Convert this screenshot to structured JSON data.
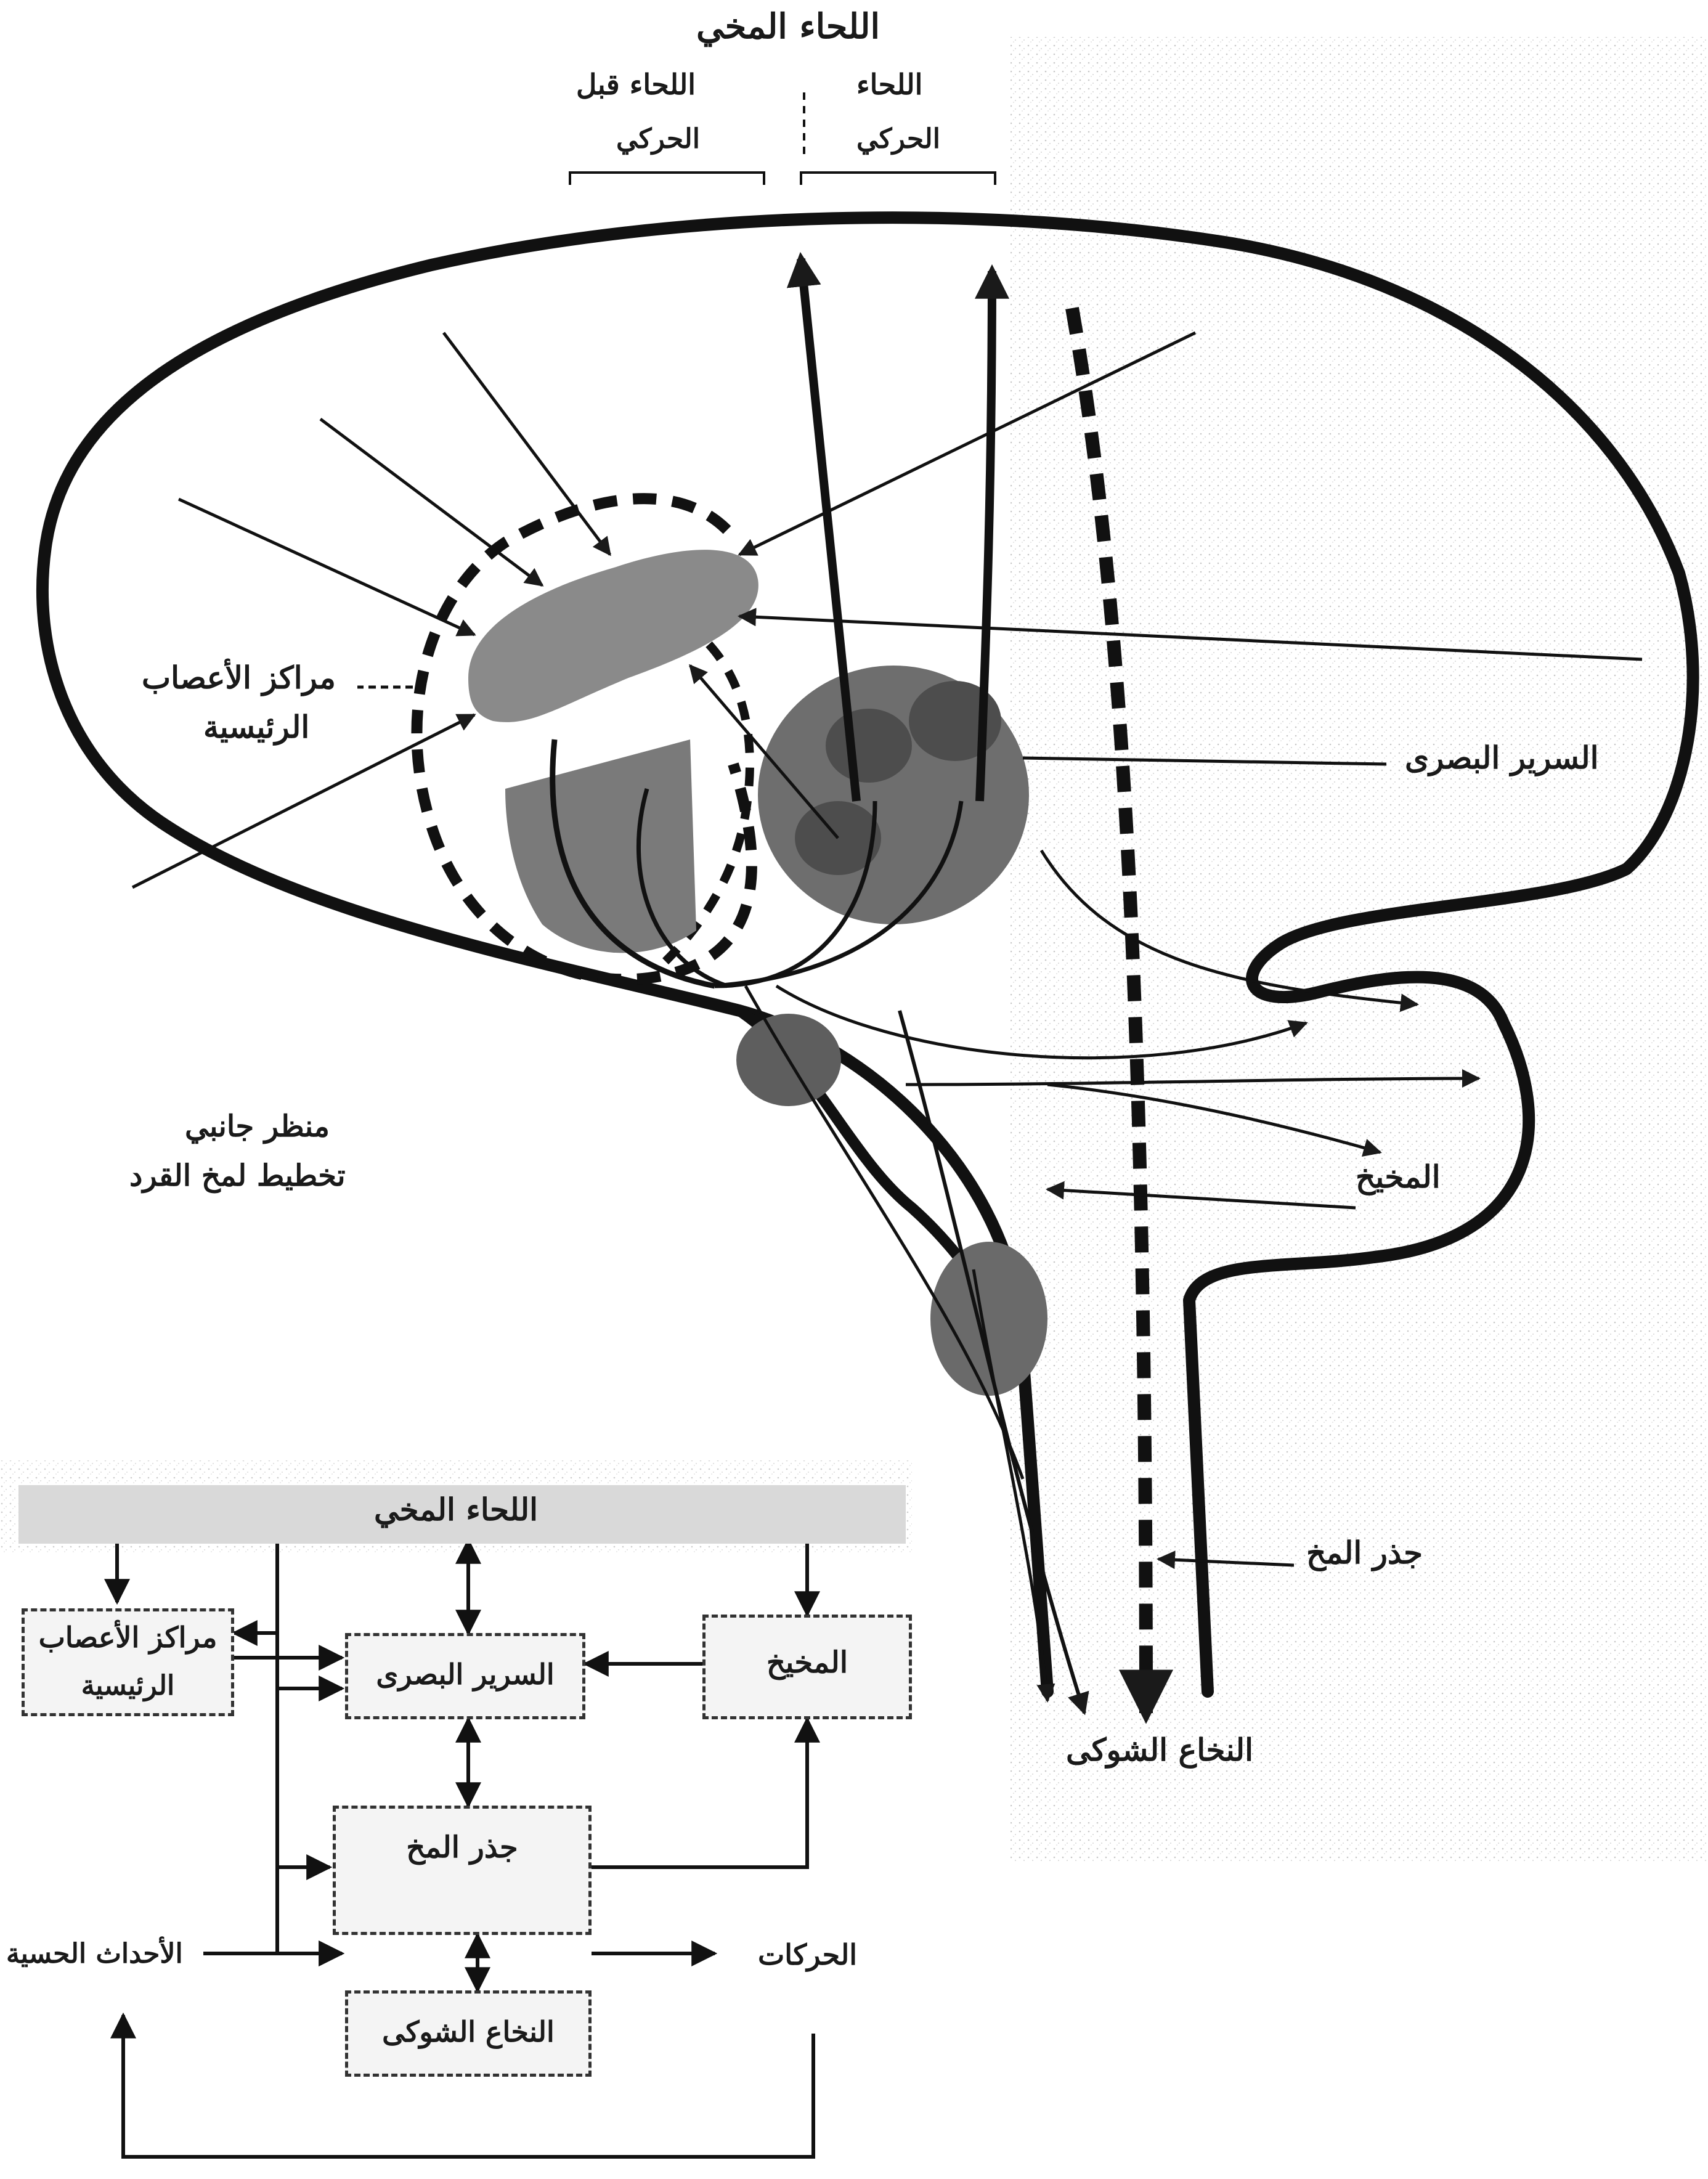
{
  "top": {
    "title": "اللحاء المخي",
    "premotor_line1": "اللحاء قبل",
    "premotor_line2": "الحركي",
    "motor_line1": "اللحاء",
    "motor_line2": "الحركي"
  },
  "brain_labels": {
    "basal_ganglia_line1": "مراكز الأعصاب",
    "basal_ganglia_line2": "الرئيسية",
    "thalamus": "السرير البصرى",
    "cerebellum": "المخيخ",
    "brainstem": "جذر المخ",
    "spinal_cord": "النخاع الشوكى",
    "caption_line1": "منظر جانبي",
    "caption_line2": "تخطيط لمخ القرد"
  },
  "flowchart": {
    "cortex": "اللحاء المخي",
    "basal_ganglia_line1": "مراكز الأعصاب",
    "basal_ganglia_line2": "الرئيسية",
    "thalamus": "السرير البصرى",
    "cerebellum": "المخيخ",
    "brainstem": "جذر المخ",
    "spinal_cord": "النخاع الشوكى",
    "sensory_events": "الأحداث الحسية",
    "movements": "الحركات"
  },
  "colors": {
    "ink": "#1a1a1a",
    "nucleus_light": "#8a8a8a",
    "nucleus_mid": "#6e6e6e",
    "nucleus_dark": "#4d4d4d",
    "box_fill": "#f4f4f4"
  }
}
